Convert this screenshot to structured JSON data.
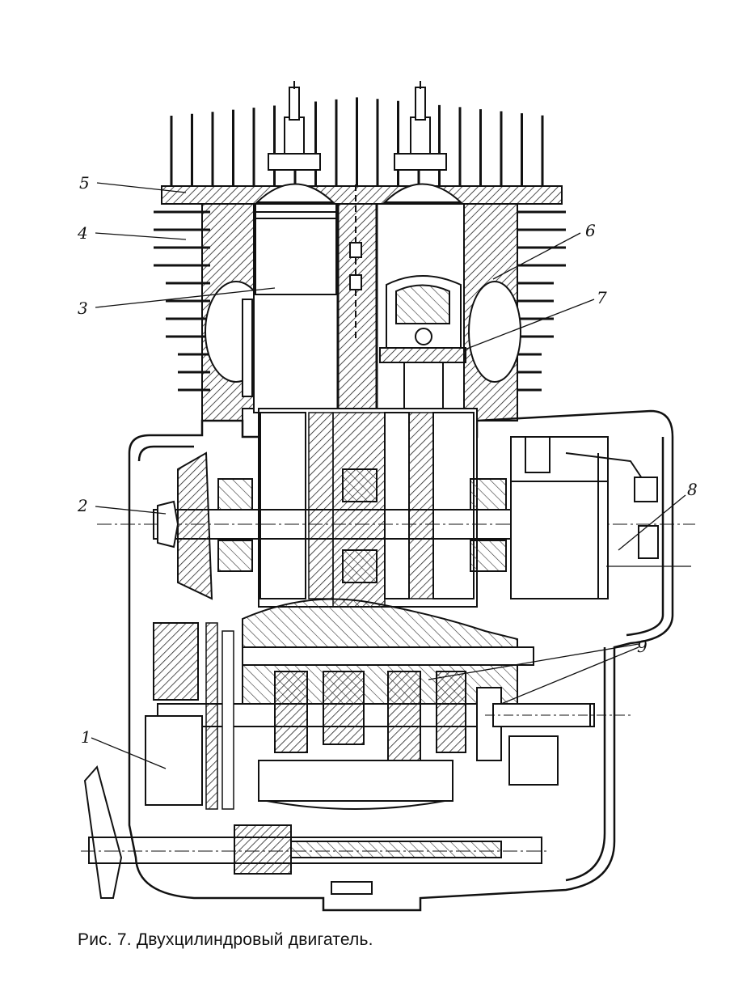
{
  "figure": {
    "caption": "Рис. 7. Двухцилиндровый двигатель.",
    "callouts": [
      {
        "id": "1",
        "text": "1"
      },
      {
        "id": "2",
        "text": "2"
      },
      {
        "id": "3",
        "text": "3"
      },
      {
        "id": "4",
        "text": "4"
      },
      {
        "id": "5",
        "text": "5"
      },
      {
        "id": "6",
        "text": "6"
      },
      {
        "id": "7",
        "text": "7"
      },
      {
        "id": "8",
        "text": "8"
      },
      {
        "id": "9",
        "text": "9"
      }
    ]
  }
}
